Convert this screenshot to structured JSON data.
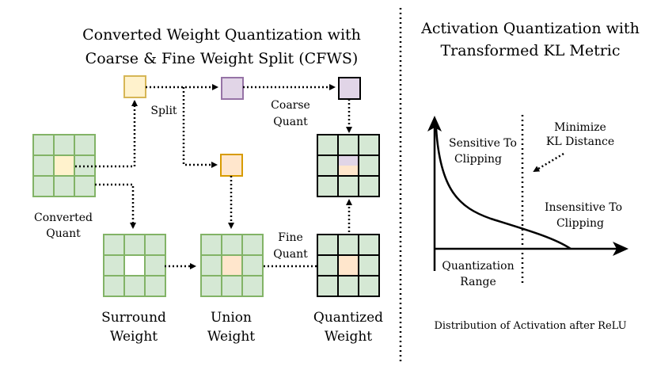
{
  "left_panel": {
    "title_line1": "Converted Weight Quantization with",
    "title_line2": "Coarse & Fine Weight Split (CFWS)",
    "split_label": "Split",
    "coarse_quant_line1": "Coarse",
    "coarse_quant_line2": "Quant",
    "fine_quant_line1": "Fine",
    "fine_quant_line2": "Quant",
    "converted_quant_line1": "Converted",
    "converted_quant_line2": "Quant",
    "surround_weight_line1": "Surround",
    "surround_weight_line2": "Weight",
    "union_weight_line1": "Union",
    "union_weight_line2": "Weight",
    "quantized_weight_line1": "Quantized",
    "quantized_weight_line2": "Weight"
  },
  "right_panel": {
    "title_line1": "Activation Quantization with",
    "title_line2": "Transformed KL Metric",
    "sensitive_line1": "Sensitive To",
    "sensitive_line2": "Clipping",
    "minimize_line1": "Minimize",
    "minimize_line2": "KL Distance",
    "insensitive_line1": "Insensitive To",
    "insensitive_line2": "Clipping",
    "range_line1": "Quantization",
    "range_line2": "Range",
    "caption": "Distribution of Activation after ReLU"
  },
  "colors": {
    "grid_fill": "#d5e8d4",
    "grid_stroke_light": "#82b366",
    "grid_stroke_dark": "#000000",
    "yellow_fill": "#fff2cc",
    "yellow_stroke": "#d6b656",
    "purple_fill": "#e1d5e7",
    "purple_stroke": "#9673a6",
    "orange_fill": "#ffe6cc",
    "orange_stroke": "#d79b00",
    "white_fill": "#ffffff"
  }
}
